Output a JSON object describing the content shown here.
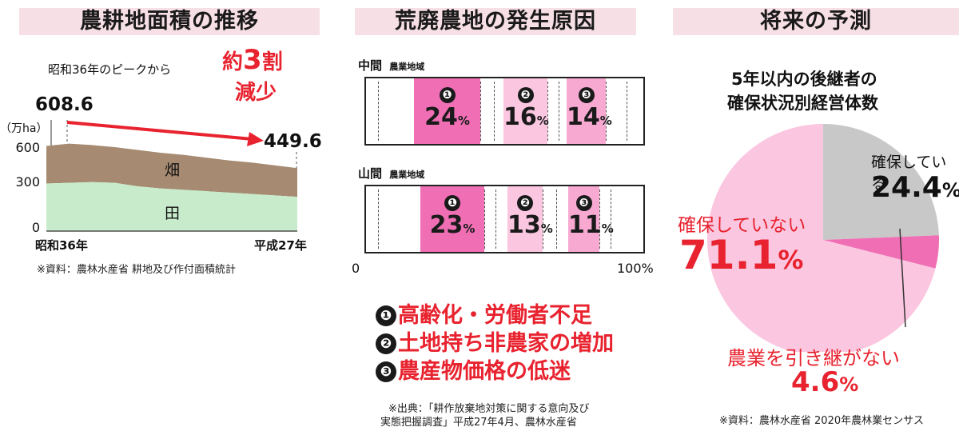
{
  "colors": {
    "field": "#a68b72",
    "paddy": "#c8eccb",
    "pink_dark": "#f06fb4",
    "pink_mid": "#f8a9d2",
    "pink_light": "#fbc6e0",
    "grey": "#c8c8c8",
    "red": "#e8232f",
    "header_bg": "#f7dfe6"
  },
  "left": {
    "header": "農耕地面積の推移",
    "caption_peak": "昭和36年のピークから",
    "callout_pre": "約",
    "callout_num": "3",
    "callout_post": "割",
    "callout_line2": "減少",
    "start_value": "608.6",
    "end_value": "449.6",
    "unit": "（万ha）",
    "label_field": "畑",
    "label_paddy": "田",
    "x_start": "昭和36年",
    "x_end": "平成27年",
    "source": "※資料：農林水産省 耕地及び作付面積統計"
  },
  "middle": {
    "header": "荒廃農地の発生原因",
    "chuukan_title": "中間",
    "chuukan_sub": "農業地域",
    "sankan_title": "山間",
    "sankan_sub": "農業地域",
    "axis_start": "0",
    "axis_end": "100%",
    "num1": "❶",
    "num2": "❷",
    "num3": "❸",
    "chuukan_pct": [
      "24",
      "16",
      "14"
    ],
    "sankan_pct": [
      "23",
      "13",
      "11"
    ],
    "pct_sign": "%",
    "causes": [
      "高齢化・労働者不足",
      "土地持ち非農家の増加",
      "農産物価格の低迷"
    ],
    "source_line1": "※出典：「耕作放棄地対策に関する意向及び",
    "source_line2": "実態把握調査」平成27年4月、農林水産省"
  },
  "right": {
    "header": "将来の予測",
    "title_line1": "5年以内の後継者の",
    "title_line2": "確保状況別経営体数",
    "kakuho_label": "確保している",
    "kakuho_value": "24.4",
    "nai_label": "確保していない",
    "nai_value": "71.1",
    "tsugu_label": "農業を引き継がない",
    "tsugu_value": "4.6",
    "pct_sign": "%",
    "source": "※資料：農林水産省 2020年農林業センサス"
  },
  "chart_data": [
    {
      "type": "area",
      "title": "農耕地面積の推移",
      "ylabel": "（万ha）",
      "yticks": [
        0,
        300,
        600
      ],
      "ylim": [
        0,
        750
      ],
      "x_labels": [
        "昭和36年",
        "平成27年"
      ],
      "series": [
        {
          "name": "田",
          "values": [
            340,
            345,
            350,
            345,
            320,
            305,
            295,
            285,
            275,
            265,
            255,
            245
          ]
        },
        {
          "name": "畑",
          "values": [
            268.6,
            280,
            265,
            255,
            260,
            255,
            250,
            240,
            230,
            225,
            215,
            204.6
          ]
        }
      ],
      "total_start": 608.6,
      "total_end": 449.6
    },
    {
      "type": "bar",
      "title": "荒廃農地の発生原因",
      "categories": [
        "中間",
        "山間"
      ],
      "series": [
        {
          "name": "高齢化・労働者不足",
          "values": [
            24,
            23
          ]
        },
        {
          "name": "土地持ち非農家の増加",
          "values": [
            16,
            13
          ]
        },
        {
          "name": "農産物価格の低迷",
          "values": [
            14,
            11
          ]
        }
      ],
      "xlim": [
        0,
        100
      ]
    },
    {
      "type": "pie",
      "title": "5年以内の後継者の確保状況別経営体数",
      "categories": [
        "確保している",
        "農業を引き継がない",
        "確保していない"
      ],
      "values": [
        24.4,
        4.6,
        71.1
      ]
    }
  ]
}
